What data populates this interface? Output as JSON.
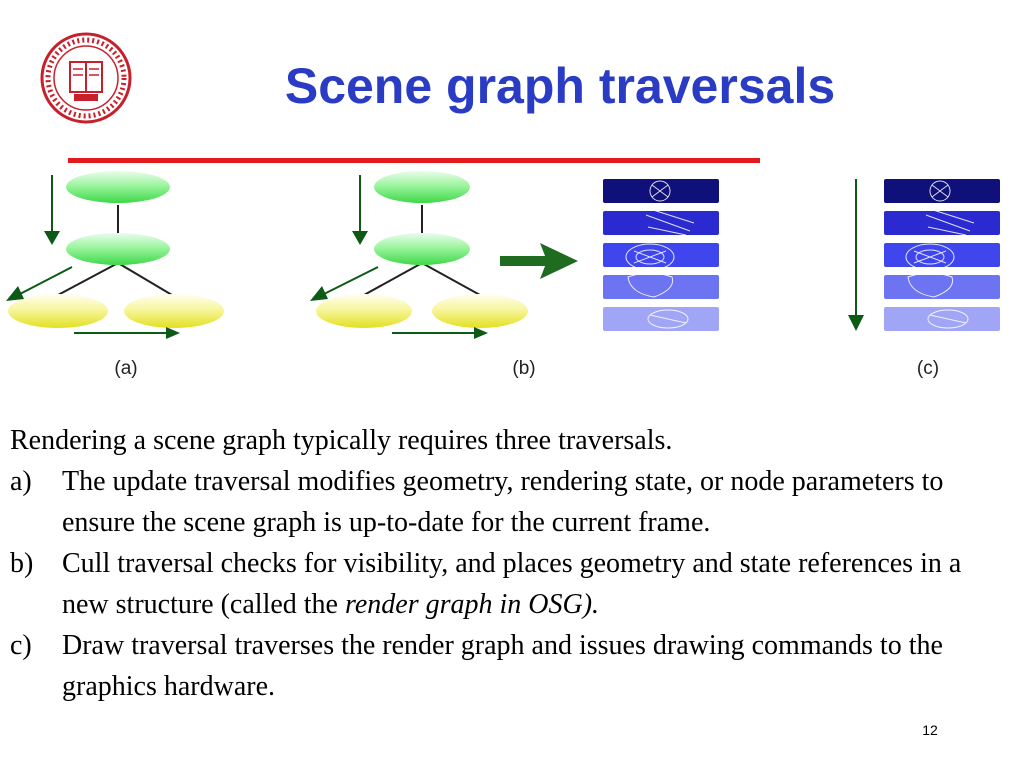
{
  "slide": {
    "title": "Scene graph traversals",
    "page_number": "12"
  },
  "colors": {
    "title": "#2a3bc4",
    "rule": "#e4191d",
    "seal": "#c8202a",
    "node_green": "#4fe35a",
    "node_yellow": "#ecea3e",
    "arrow_green": "#1f6b1f"
  },
  "figure": {
    "labels": [
      "(a)",
      "(b)",
      "(c)"
    ],
    "seal_icon": "university-seal-icon"
  },
  "content": {
    "intro": "Rendering a scene graph typically requires three traversals.",
    "items": [
      {
        "marker": "a)",
        "text": "The update traversal modifies geometry, rendering state, or node parameters to ensure the scene graph is up-to-date for the current frame."
      },
      {
        "marker": "b)",
        "text_before": "Cull traversal checks for visibility, and places geometry and state references in a new structure (called the ",
        "text_emphasis": "render graph in OSG)."
      },
      {
        "marker": "c)",
        "text": "Draw traversal traverses the render graph and issues drawing commands to the graphics hardware."
      }
    ]
  }
}
